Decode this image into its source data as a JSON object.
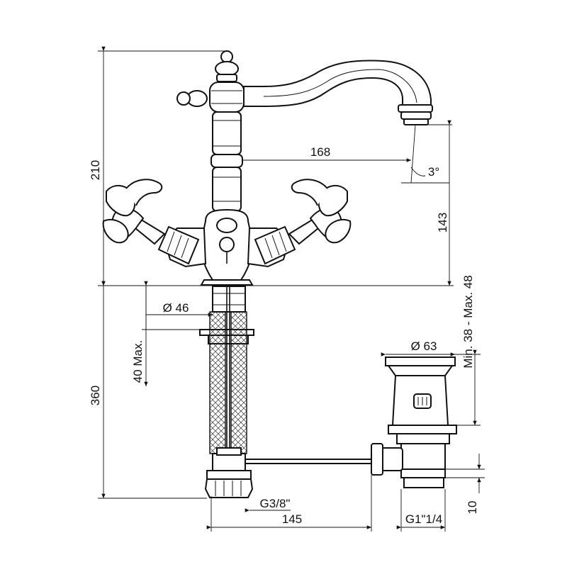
{
  "dimensions": {
    "height_top": "210",
    "spout_reach": "168",
    "spout_angle": "3°",
    "spout_height": "143",
    "base_diameter": "Ø 46",
    "max_thickness": "40 Max.",
    "length_below": "360",
    "thread_hoses": "G3/8\"",
    "center_distance": "145",
    "waste_diameter": "Ø 63",
    "waste_range": "Min. 38 - Max. 48",
    "waste_thread": "G1\"1/4",
    "waste_height": "10"
  },
  "colors": {
    "line": "#111111",
    "background": "#ffffff"
  }
}
